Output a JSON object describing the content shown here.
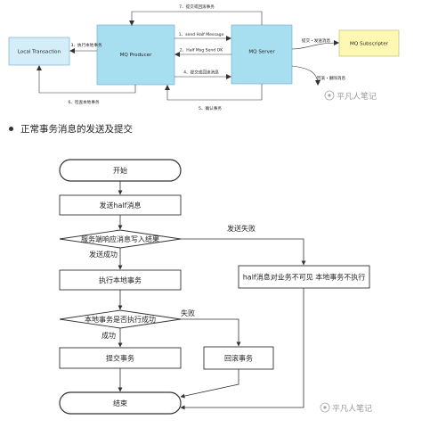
{
  "top_diagram": {
    "local_transaction": "Local Transaction",
    "mq_producer": "MQ Producer",
    "mq_server": "MQ Server",
    "mq_subscriber": "MQ Subscripter",
    "edges": {
      "e1": "1、send Half Message",
      "e2": "2、Half Msg Send OK",
      "e3": "3、执行本地事务",
      "e4": "4、提交或回滚消息",
      "e5": "5、确认事务",
      "e6": "6、检查本地事务",
      "e7": "7、提交或回滚事务",
      "deliver": "提交・发送消息",
      "rollback": "回滚・删除消息"
    },
    "watermark": "平凡人笔记"
  },
  "section": {
    "bullet": "正常事务消息的发送及提交"
  },
  "flowchart": {
    "start": "开始",
    "send_half": "发送half消息",
    "decision1": "服务端响应消息写入结果",
    "fail_label": "发送失败",
    "success_label": "发送成功",
    "exec_local": "执行本地事务",
    "invisible": "half消息对业务不可见 本地事务不执行",
    "decision2": "本地事务是否执行成功",
    "fail2_label": "失败",
    "success2_label": "成功",
    "commit": "提交事务",
    "rollback": "回滚事务",
    "end": "结束",
    "watermark": "平凡人笔记"
  },
  "colors": {
    "local_tx_fill": "#d3eef8",
    "producer_fill": "#a8dff0",
    "server_fill": "#a8dff0",
    "subscriber_fill": "#fff8b3"
  }
}
